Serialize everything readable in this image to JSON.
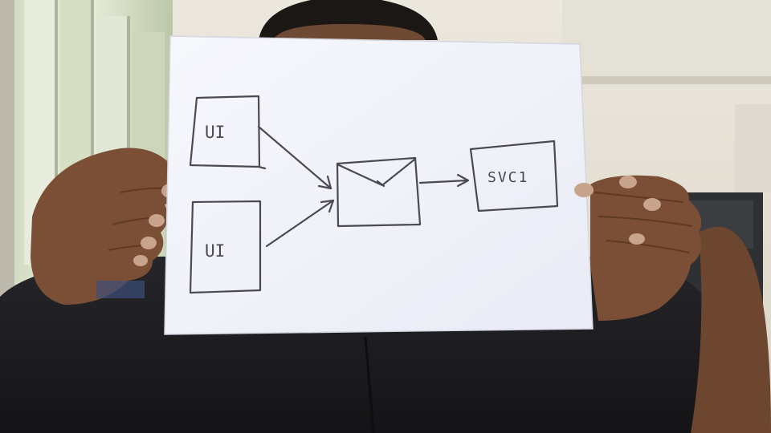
{
  "diagram": {
    "boxes": {
      "ui_top": "UI",
      "ui_bottom": "UI",
      "service": "SVC1"
    },
    "icons": {
      "queue": "envelope-icon"
    }
  },
  "colors": {
    "paper": "#f3f4fa",
    "ink": "#4a4a50",
    "shirt": "#1c1c1f",
    "skin": "#7a4e34",
    "wall": "#e9e6dc"
  }
}
